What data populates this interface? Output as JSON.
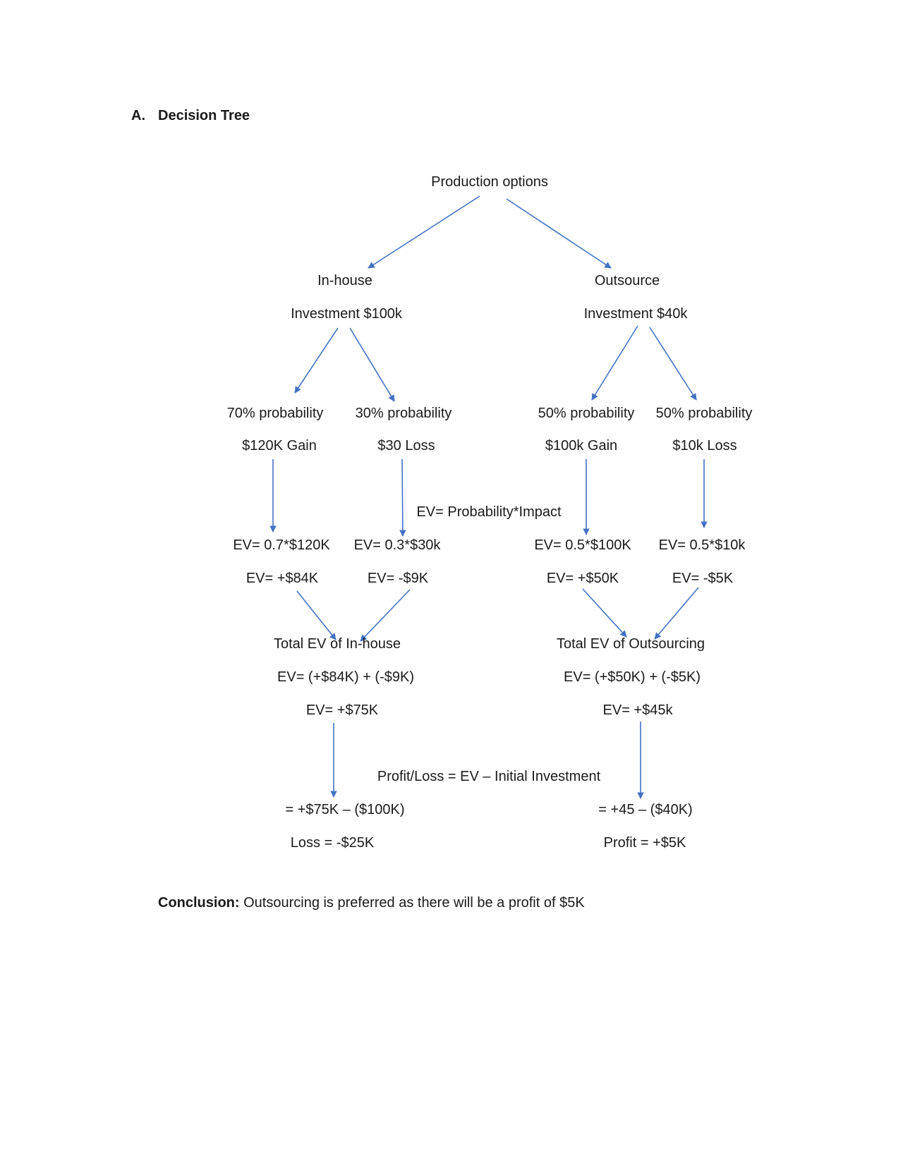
{
  "heading": {
    "number": "A.",
    "title": "Decision Tree"
  },
  "root": "Production options",
  "inhouse": {
    "title": "In-house",
    "investment": "Investment $100k",
    "branch_a": {
      "probability": "70% probability",
      "impact": "$120K Gain",
      "ev_formula": "EV= 0.7*$120K",
      "ev_value": "EV= +$84K"
    },
    "branch_b": {
      "probability": "30% probability",
      "impact": "$30 Loss",
      "ev_formula": "EV= 0.3*$30k",
      "ev_value": "EV= -$9K"
    },
    "total_title": "Total EV of In-house",
    "total_formula": "EV= (+$84K) + (-$9K)",
    "total_value": "EV= +$75K",
    "pl_formula": "= +$75K – ($100K)",
    "result": "Loss = -$25K"
  },
  "outsource": {
    "title": "Outsource",
    "investment": "Investment $40k",
    "branch_a": {
      "probability": "50% probability",
      "impact": "$100k Gain",
      "ev_formula": "EV= 0.5*$100K",
      "ev_value": "EV= +$50K"
    },
    "branch_b": {
      "probability": "50% probability",
      "impact": "$10k Loss",
      "ev_formula": "EV= 0.5*$10k",
      "ev_value": "EV= -$5K"
    },
    "total_title": "Total EV of Outsourcing",
    "total_formula": "EV= (+$50K) + (-$5K)",
    "total_value": "EV= +$45k",
    "pl_formula": "= +45 – ($40K)",
    "result": "Profit = +$5K"
  },
  "ev_definition": "EV= Probability*Impact",
  "profit_loss_definition": "Profit/Loss = EV – Initial Investment",
  "conclusion": {
    "label": "Conclusion:",
    "text": " Outsourcing is preferred as there will be a profit of $5K"
  },
  "colors": {
    "arrow": "#4472c4",
    "text": "#1a1a1a"
  }
}
